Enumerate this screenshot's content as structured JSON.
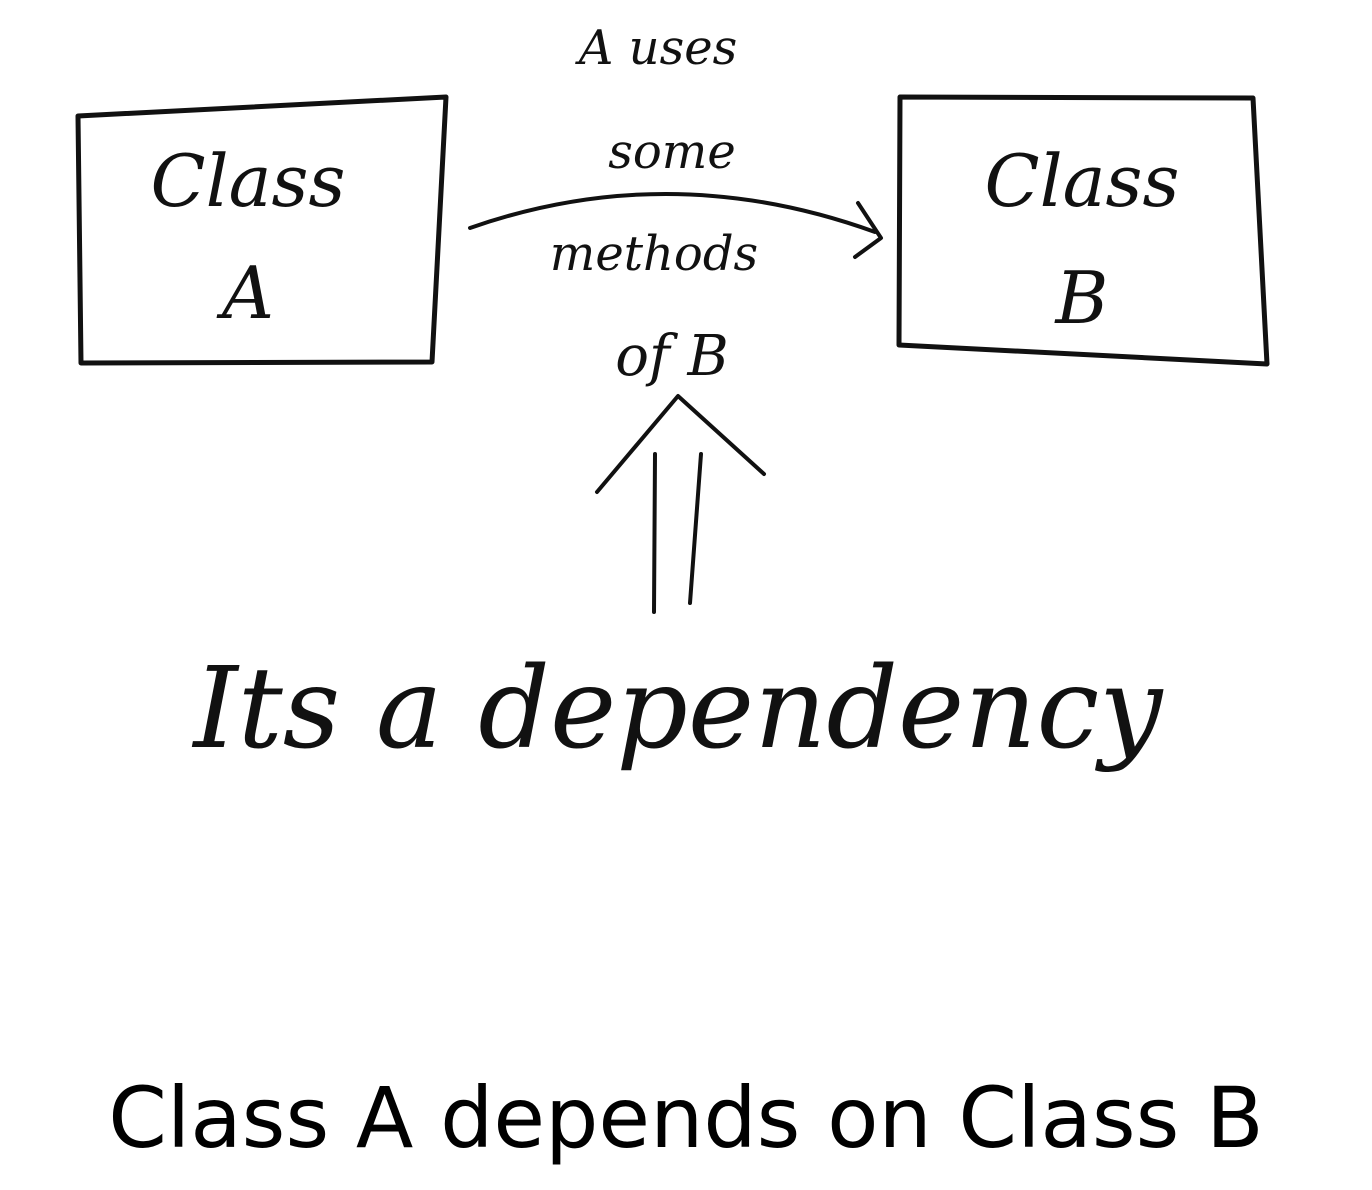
{
  "class_a": {
    "line1": "Class",
    "line2": "A"
  },
  "class_b": {
    "line1": "Class",
    "line2": "B"
  },
  "relation": {
    "line1": "A uses",
    "line2": "some",
    "line3": "methods",
    "line4": "of B"
  },
  "callout": "Its a dependency",
  "caption": "Class A depends on Class B"
}
